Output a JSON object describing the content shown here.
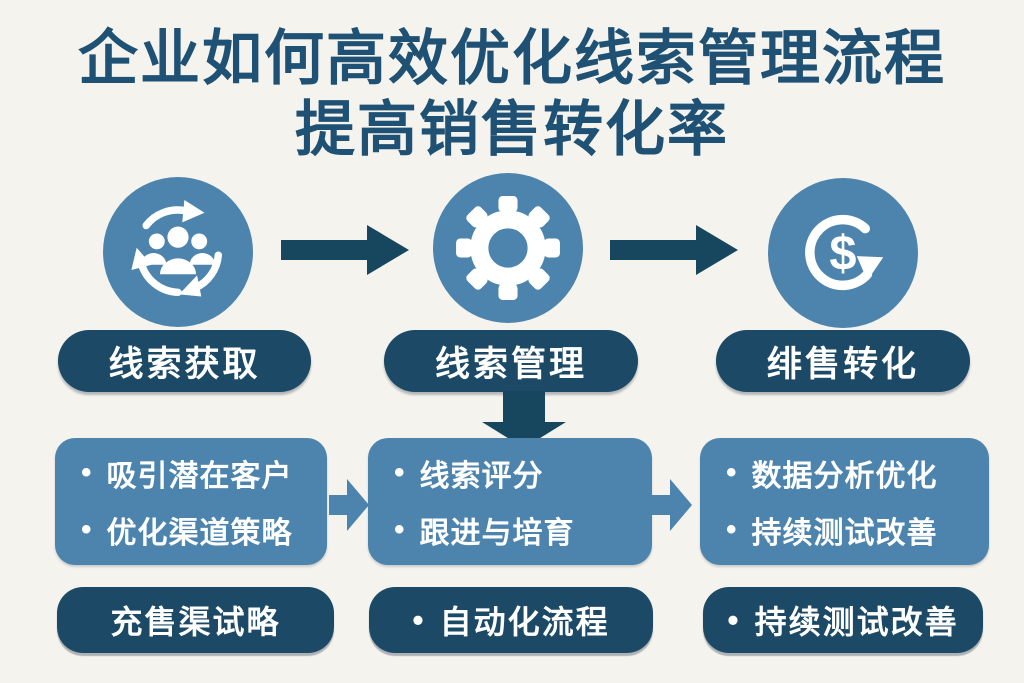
{
  "title": {
    "line1": "企业如何高效优化线索管理流程",
    "line2": "提高销售转化率"
  },
  "glyphs": {
    "bullet": "•",
    "dollar": "$"
  },
  "colors": {
    "background": "#f5f3ee",
    "navy": "#1c4a66",
    "arrow_navy": "#17475f",
    "medium_blue": "#4c84ae",
    "title_text": "#1f5174",
    "text_on_blue": "#ffffff"
  },
  "stages": [
    {
      "label": "线索获取",
      "icon": "people-cycle-icon"
    },
    {
      "label": "线索管理",
      "icon": "gear-icon"
    },
    {
      "label": "绯售转化",
      "icon": "dollar-cycle-icon"
    }
  ],
  "detail_boxes": [
    {
      "items": [
        "吸引潜在客户",
        "优化渠道策略"
      ]
    },
    {
      "items": [
        "线索评分",
        "跟进与培育"
      ]
    },
    {
      "items": [
        "数据分析优化",
        "持续测试改善"
      ]
    }
  ],
  "bottom_boxes": [
    {
      "label": "充售渠试略",
      "bulleted": false
    },
    {
      "label": "自动化流程",
      "bulleted": true
    },
    {
      "label": "持续测试改善",
      "bulleted": true
    }
  ]
}
